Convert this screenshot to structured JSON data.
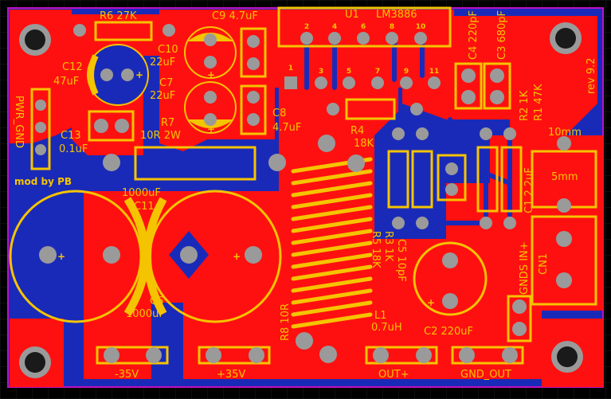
{
  "board": {
    "colors": {
      "copper_top": "#ff1010",
      "copper_bottom": "#1a2ab8",
      "silk": "#f5c400",
      "pad": "#9a9a9a",
      "drill": "#1a1a1a",
      "outline": "#c010c0"
    },
    "labels": {
      "r6": "R6 27K",
      "c9": "C9 4.7uF",
      "u1_ref": "U1",
      "u1_val": "LM3886",
      "c12_ref": "C12",
      "c12_val": "47uF",
      "c10_ref": "C10",
      "c10_val": "22uF",
      "c7_ref": "C7",
      "c7_val": "22uF",
      "c8_ref": "C8",
      "c8_val": "4.7uF",
      "c4": "C4 220pF",
      "c3": "C3 680pF",
      "rev": "rev 9.2",
      "pwr_gnd": "PWR_GND",
      "c13_ref": "C13",
      "c13_val": "0.1uF",
      "r7_ref": "R7",
      "r7_val": "10R 2W",
      "r4_ref": "R4",
      "r4_val": "18K",
      "r2": "R2 1K",
      "r1": "R1 47K",
      "dim_10": "10mm",
      "dim_5": "5mm",
      "mod": "mod by PB",
      "c11_val": "1000uF",
      "c11_ref": "C11",
      "c1": "C1 2.2uF",
      "c6_ref": "C6",
      "c6_val": "1000uF",
      "r5": "R5 18K",
      "r3": "R3 1K",
      "c5": "C5 10pF",
      "gnds": "GNDS IN+",
      "cn1": "CN1",
      "r8": "R8 10R",
      "l1_ref": "L1",
      "l1_val": "0.7uH",
      "c2": "C2 220uF",
      "neg35": "-35V",
      "pos35": "+35V",
      "outp": "OUT+",
      "gndout": "GND_OUT",
      "plus": "+"
    },
    "u1_pins": [
      "1",
      "2",
      "3",
      "4",
      "5",
      "6",
      "7",
      "8",
      "9",
      "10",
      "11"
    ]
  }
}
